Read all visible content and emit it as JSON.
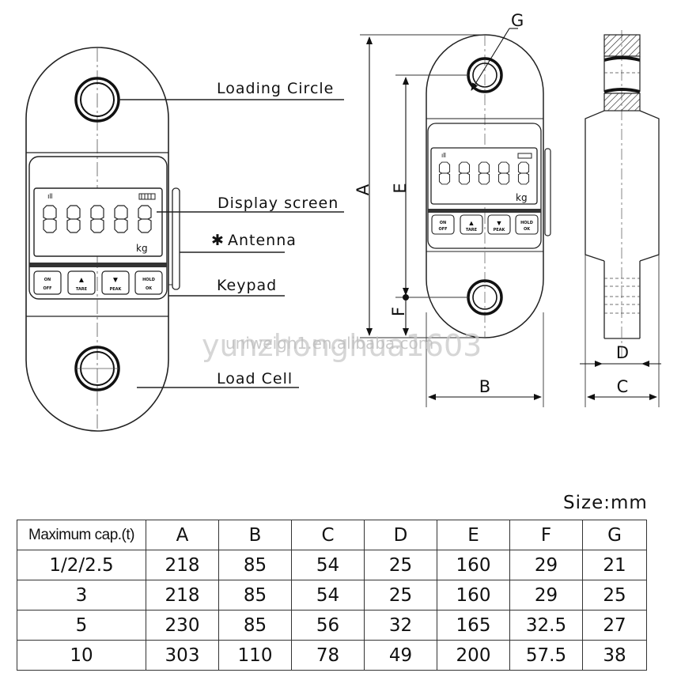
{
  "labels": {
    "loading_circle": "Loading Circle",
    "display_screen": "Display screen",
    "antenna": "Antenna",
    "antenna_marker": "✱",
    "keypad": "Keypad",
    "load_cell": "Load Cell"
  },
  "display": {
    "unit": "kg",
    "keys": [
      {
        "top": "ON",
        "bottom": "OFF"
      },
      {
        "top": "▲",
        "bottom": "TARE"
      },
      {
        "top": "▼",
        "bottom": "PEAK"
      },
      {
        "top": "HOLD",
        "bottom": "OK"
      }
    ]
  },
  "dimensions": {
    "a": "A",
    "b": "B",
    "c": "C",
    "d": "D",
    "e": "E",
    "f": "F",
    "g": "G"
  },
  "watermark": {
    "large": "yunzhonghua1603",
    "small": "uniweigh1.en.alibaba.com"
  },
  "size_unit": "Size:mm",
  "table": {
    "headers": [
      "Maximum cap.(t)",
      "A",
      "B",
      "C",
      "D",
      "E",
      "F",
      "G"
    ],
    "rows": [
      [
        "1/2/2.5",
        "218",
        "85",
        "54",
        "25",
        "160",
        "29",
        "21"
      ],
      [
        "3",
        "218",
        "85",
        "54",
        "25",
        "160",
        "29",
        "25"
      ],
      [
        "5",
        "230",
        "85",
        "56",
        "32",
        "165",
        "32.5",
        "27"
      ],
      [
        "10",
        "303",
        "110",
        "78",
        "49",
        "200",
        "57.5",
        "38"
      ]
    ]
  }
}
